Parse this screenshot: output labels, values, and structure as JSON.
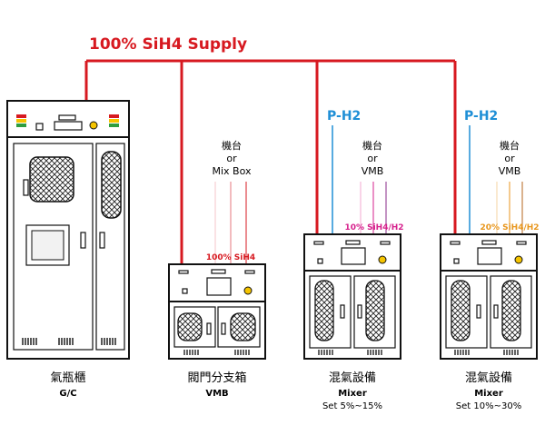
{
  "title": "100% SiH4 Supply",
  "colors": {
    "supply": "#d71920",
    "h2": "#1f8fd6",
    "magenta": "#d6208c",
    "orange": "#e8961c",
    "outline": "#111111",
    "vent": "#e6e6e6"
  },
  "gc": {
    "name": "氣瓶櫃",
    "code": "G/C"
  },
  "vmb": {
    "name": "閥門分支箱",
    "code": "VMB",
    "dest_line1": "機台",
    "dest_line2": "or",
    "dest_line3": "Mix Box",
    "flow_label": "100% SiH4"
  },
  "mixer1": {
    "name": "混氣設備",
    "code": "Mixer",
    "setting": "Set 5%~15%",
    "h2_label": "P-H2",
    "dest_line1": "機台",
    "dest_line2": "or",
    "dest_line3": "VMB",
    "flow_label": "10% SiH4/H2"
  },
  "mixer2": {
    "name": "混氣設備",
    "code": "Mixer",
    "setting": "Set 10%~30%",
    "h2_label": "P-H2",
    "dest_line1": "機台",
    "dest_line2": "or",
    "dest_line3": "VMB",
    "flow_label": "20% SiH4/H2"
  }
}
